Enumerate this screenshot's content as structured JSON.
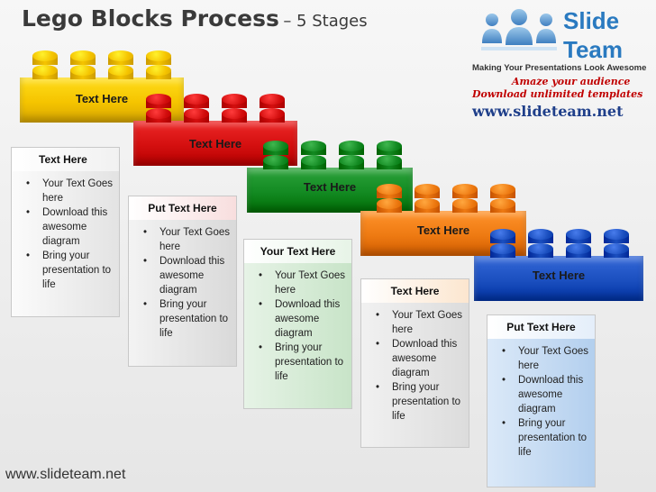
{
  "header": {
    "title_main": "Lego Blocks Process",
    "title_suffix": "– 5 Stages"
  },
  "logo": {
    "word1": "Slide",
    "word2": "Team",
    "tagline": "Making Your Presentations Look Awesome",
    "promo_line1": "Amaze your audience",
    "promo_line2": "Download unlimited templates",
    "url": "www.slideteam.net"
  },
  "blocks": [
    {
      "label": "Text Here",
      "color": "#f5c400"
    },
    {
      "label": "Text Here",
      "color": "#d40f0f"
    },
    {
      "label": "Text Here",
      "color": "#138a22"
    },
    {
      "label": "Text Here",
      "color": "#ee7a12"
    },
    {
      "label": "Text Here",
      "color": "#1b4fbf"
    }
  ],
  "cards": [
    {
      "heading": "Text Here",
      "bullets": [
        "Your Text Goes here",
        "Download this awesome diagram",
        "Bring your presentation to life"
      ]
    },
    {
      "heading": "Put Text Here",
      "bullets": [
        "Your Text Goes here",
        "Download this awesome diagram",
        "Bring your presentation to life"
      ]
    },
    {
      "heading": "Your Text Here",
      "bullets": [
        "Your Text Goes here",
        "Download this awesome diagram",
        "Bring your presentation to life"
      ]
    },
    {
      "heading": "Text Here",
      "bullets": [
        "Your Text Goes here",
        "Download this awesome diagram",
        "Bring your presentation to life"
      ]
    },
    {
      "heading": "Put Text Here",
      "bullets": [
        "Your Text Goes here",
        "Download this awesome diagram",
        "Bring your presentation to life"
      ]
    }
  ],
  "footer": {
    "url": "www.slideteam.net"
  }
}
